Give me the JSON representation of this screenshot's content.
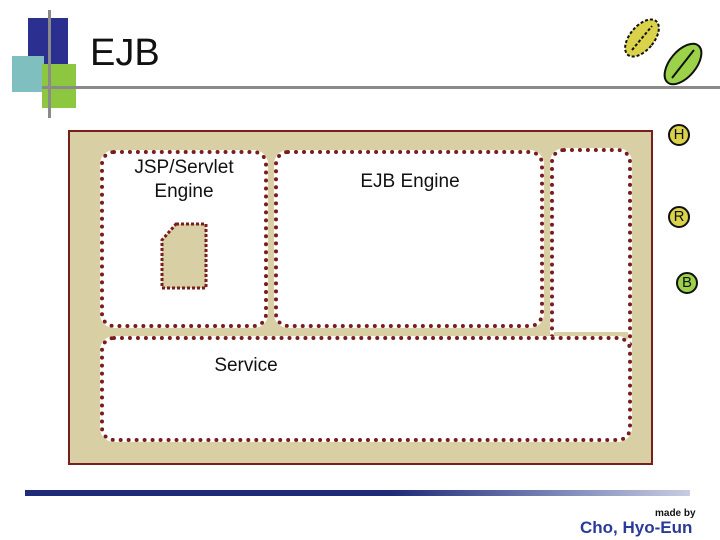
{
  "slide": {
    "title": "EJB",
    "made_by_label": "made by",
    "author": "Cho, Hyo-Eun"
  },
  "diagram": {
    "jsp_servlet_engine_label": "JSP/Servlet\nEngine",
    "ejb_engine_label": "EJB Engine",
    "service_label": "Service",
    "badges": [
      "H",
      "R",
      "B"
    ]
  },
  "colors": {
    "title_bar_blue": "#1f2a78",
    "panel_fill": "#d8cfa4",
    "dotted_border": "#7a1d1d",
    "badge_yellow": "#d9d24a",
    "badge_green": "#9bd24a",
    "accent_green": "#8dc63f",
    "accent_blue": "#2b2f8f",
    "author_blue": "#2a3a9a"
  }
}
